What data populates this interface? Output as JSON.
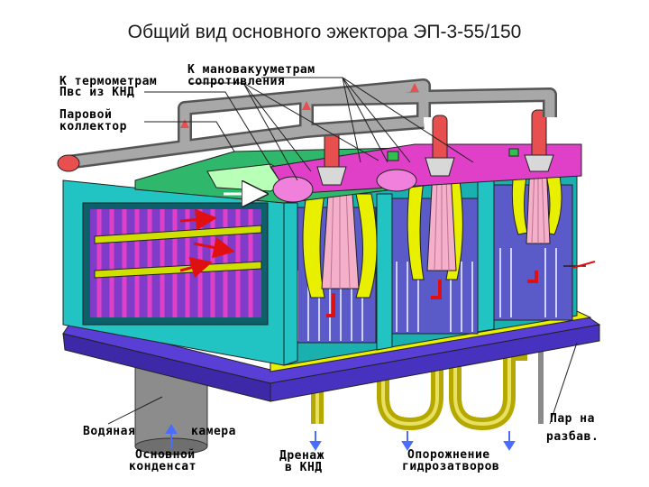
{
  "title": "Общий вид основного эжектора ЭП-3-55/150",
  "labels": {
    "manovac": "К мановакууметрам",
    "thermo_line1": "К термометрам",
    "thermo_line2": "сопротивления",
    "pvs": "Пвс из КНД",
    "collector_line1": "Паровой",
    "collector_line2": "коллектор",
    "water_line1": "Водяная",
    "water_line2": "камера",
    "condensate_line1": "Основной",
    "condensate_line2": "конденсат",
    "drain_line1": "Дренаж",
    "drain_line2": "в КНД",
    "empty_line1": "Опорожнение",
    "empty_line2": "гидрозатворов",
    "steam_line1": "Пар на",
    "steam_line2": "разбав."
  },
  "colors": {
    "teal_body": "#22c3c3",
    "teal_dark": "#0e8f8f",
    "green_top": "#2fb86b",
    "magenta": "#e040c8",
    "purple": "#7e3cc8",
    "violet_base": "#5a3fd6",
    "yellow": "#e8f000",
    "olive": "#c9c000",
    "red_tube": "#e85050",
    "gray": "#8a8a8a",
    "arrow_blue": "#4a6cff"
  }
}
